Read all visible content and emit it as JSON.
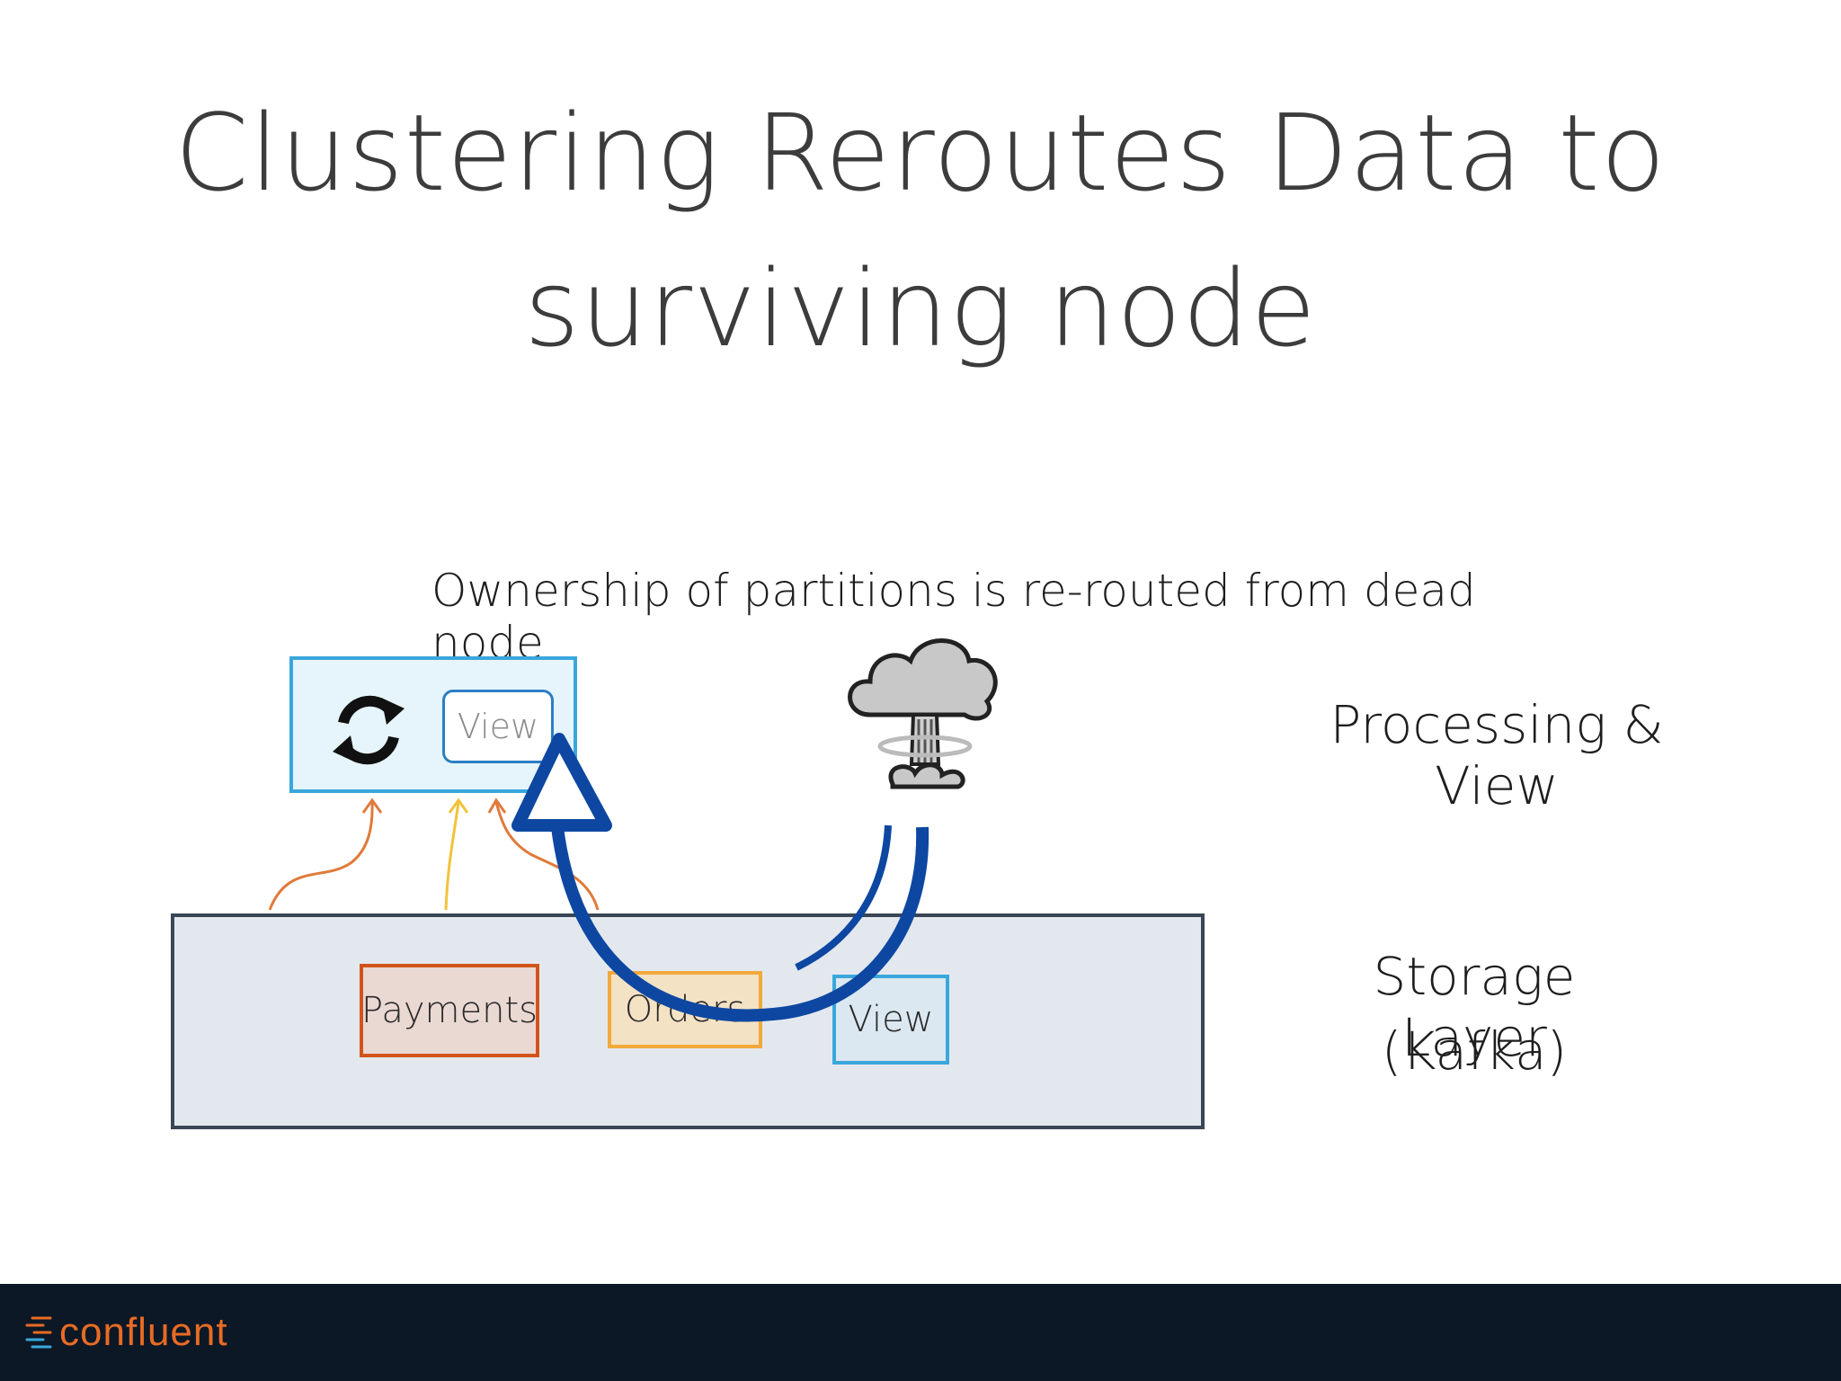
{
  "title": {
    "line1": "Clustering Reroutes Data to",
    "line2": "surviving node"
  },
  "subtitle": "Ownership of partitions is re-routed from dead node",
  "labels": {
    "processing": "Processing & View",
    "storage_line1": "Storage Layer",
    "storage_line2": "(Kafka)"
  },
  "processing_node": {
    "view_label": "View"
  },
  "storage": {
    "topics": [
      "Payments",
      "Orders",
      "View"
    ]
  },
  "footer": {
    "brand": "confluent"
  },
  "colors": {
    "arrow_blue": "#0d47a1",
    "node_border": "#3aa7dc",
    "payments": "#d2541c",
    "orders": "#f2a93b",
    "brand_orange": "#e86b24",
    "footer_bg": "#0c1826"
  },
  "icons": [
    "sync-icon",
    "mushroom-cloud-icon",
    "confluent-logo-icon"
  ]
}
